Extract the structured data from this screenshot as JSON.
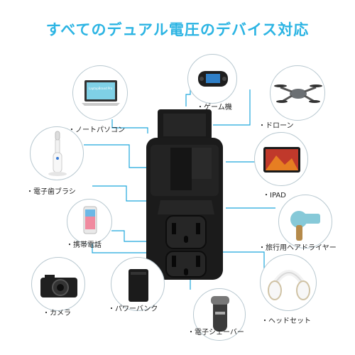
{
  "title": "すべてのデュアル電圧のデバイス対応",
  "laptop_screen_text": "LaptopBrand Pro",
  "devices": {
    "laptop": "・ノートパソコン",
    "game": "・ゲーム機",
    "drone": "・ドローン",
    "toothbrush": "・電子歯ブラシ",
    "ipad": "・IPAD",
    "hairdryer": "・旅行用ヘアドライヤー",
    "phone": "・携帯電話",
    "camera": "・カメラ",
    "powerbank": "・パワーバンク",
    "shaver": "・電子シェーバー",
    "headset": "・ヘッドセット"
  },
  "colors": {
    "title": "#2bb4e3",
    "line": "#1ea6dc",
    "adapter": "#1a1a1a"
  }
}
